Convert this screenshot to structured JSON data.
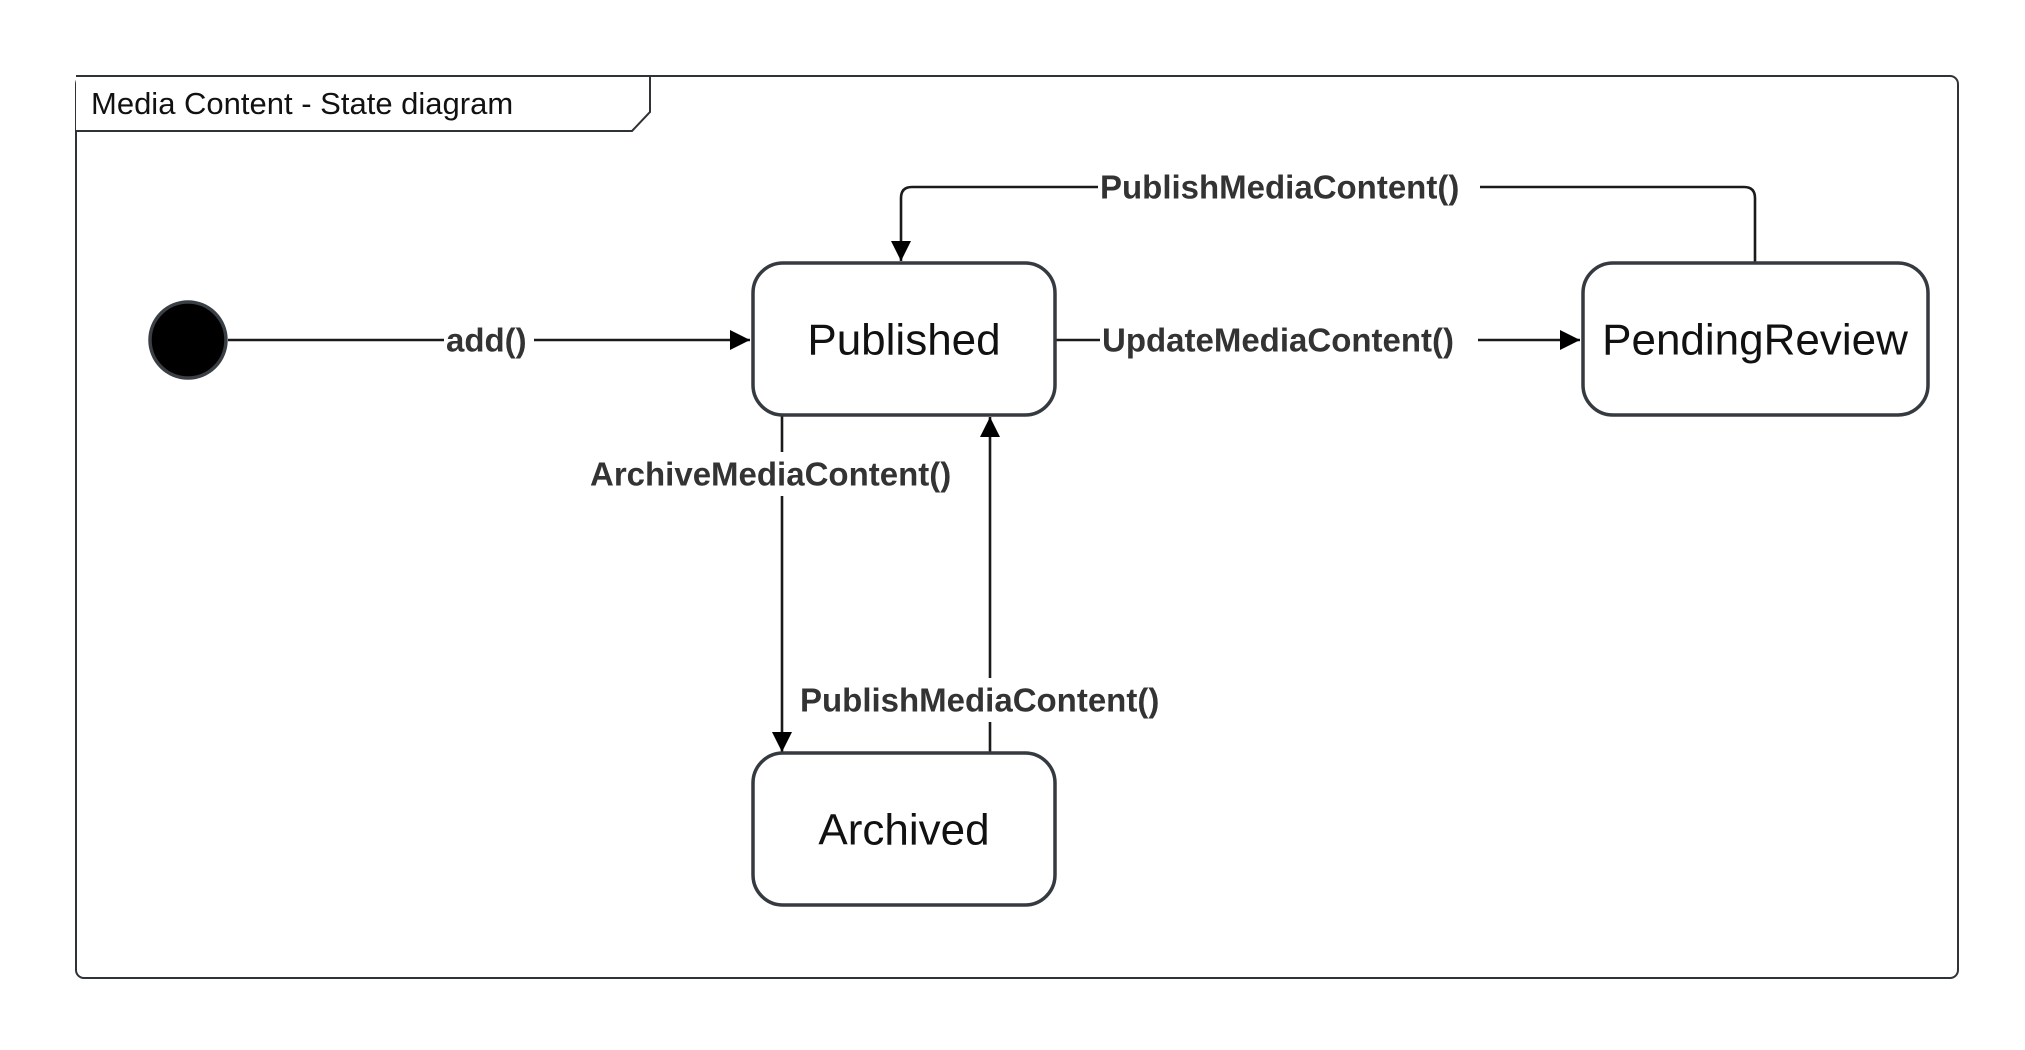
{
  "diagram": {
    "title": "Media Content - State diagram",
    "states": {
      "published": "Published",
      "pending_review": "PendingReview",
      "archived": "Archived"
    },
    "transitions": {
      "initial_to_published": "add()",
      "published_to_pending": "UpdateMediaContent()",
      "pending_to_published": "PublishMediaContent()",
      "published_to_archived": "ArchiveMediaContent()",
      "archived_to_published": "PublishMediaContent()"
    }
  }
}
